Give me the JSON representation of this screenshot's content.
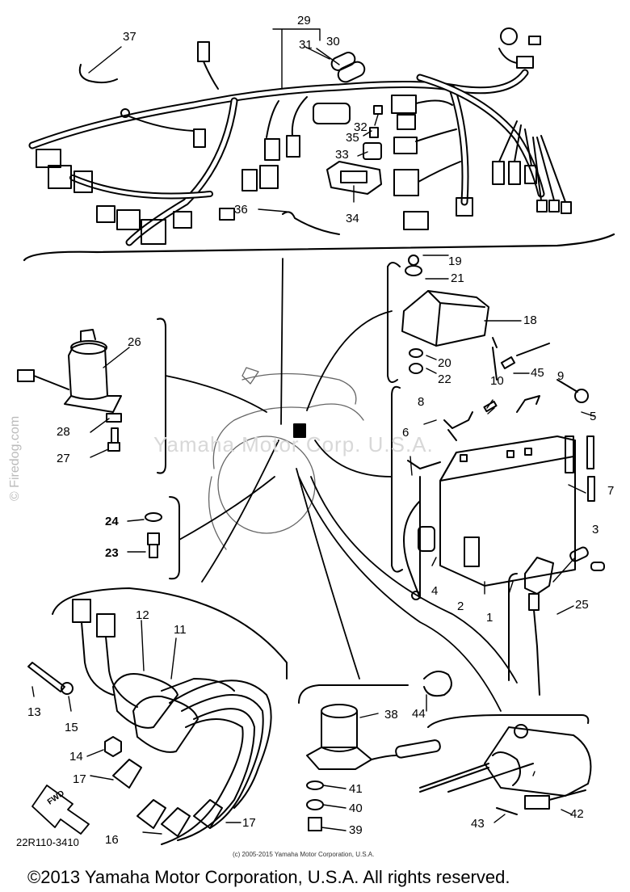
{
  "diagram": {
    "part_labels": [
      "37",
      "29",
      "31",
      "30",
      "32",
      "35",
      "33",
      "34",
      "36",
      "19",
      "21",
      "18",
      "20",
      "22",
      "45",
      "10",
      "9",
      "8",
      "5",
      "6",
      "7",
      "3",
      "26",
      "28",
      "27",
      "24",
      "23",
      "4",
      "2",
      "1",
      "25",
      "12",
      "11",
      "13",
      "15",
      "14",
      "17",
      "16",
      "38",
      "44",
      "41",
      "40",
      "39",
      "43",
      "42"
    ],
    "diagram_code": "22R110-3410",
    "fwd_label": "FWD",
    "watermark": "Yamaha Motor Corp. U.S.A.",
    "site_watermark": "© Firedog.com",
    "small_copyright": "(c) 2005-2015 Yamaha Motor Corporation, U.S.A.",
    "copyright": "©2013 Yamaha Motor Corporation, U.S.A. All rights reserved."
  }
}
